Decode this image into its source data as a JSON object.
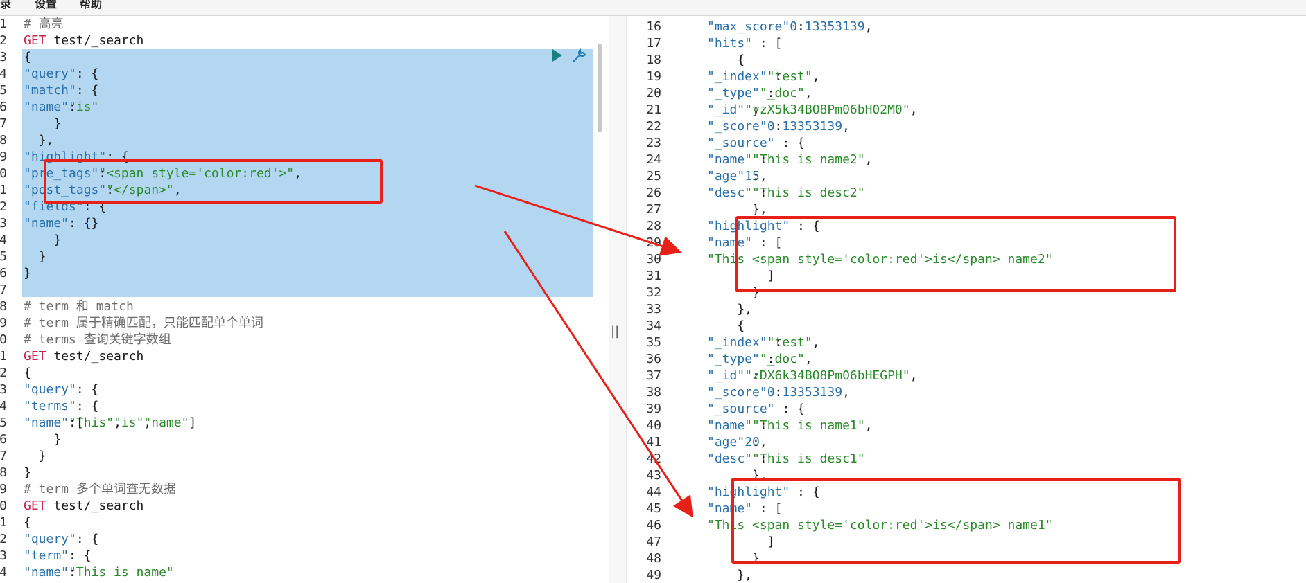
{
  "menu": {
    "items": [
      "录",
      "设置",
      "帮助"
    ]
  },
  "left_lines": [
    {
      "n": "1",
      "t": [
        [
          "cm",
          "# 高亮"
        ]
      ]
    },
    {
      "n": "2",
      "t": [
        [
          "kw",
          "GET"
        ],
        [
          "txt",
          " test/_search"
        ]
      ]
    },
    {
      "n": "3",
      "t": [
        [
          "txt",
          "{"
        ]
      ]
    },
    {
      "n": "4",
      "t": [
        [
          "txt",
          "  "
        ],
        [
          "key",
          "\"query\""
        ],
        [
          "txt",
          ": {"
        ]
      ]
    },
    {
      "n": "5",
      "t": [
        [
          "txt",
          "    "
        ],
        [
          "key",
          "\"match\""
        ],
        [
          "txt",
          ": {"
        ]
      ]
    },
    {
      "n": "6",
      "t": [
        [
          "txt",
          "      "
        ],
        [
          "key",
          "\"name\""
        ],
        [
          "txt",
          ": "
        ],
        [
          "str",
          "\"is\""
        ]
      ]
    },
    {
      "n": "7",
      "t": [
        [
          "txt",
          "    }"
        ]
      ]
    },
    {
      "n": "8",
      "t": [
        [
          "txt",
          "  },"
        ]
      ]
    },
    {
      "n": "9",
      "t": [
        [
          "txt",
          "  "
        ],
        [
          "key",
          "\"highlight\""
        ],
        [
          "txt",
          ": {"
        ]
      ]
    },
    {
      "n": "0",
      "t": [
        [
          "txt",
          "    "
        ],
        [
          "key",
          "\"pre_tags\""
        ],
        [
          "txt",
          ": "
        ],
        [
          "str",
          "\"<span style='color:red'>\""
        ],
        [
          "txt",
          ","
        ]
      ]
    },
    {
      "n": "1",
      "t": [
        [
          "txt",
          "    "
        ],
        [
          "key",
          "\"post_tags\""
        ],
        [
          "txt",
          ": "
        ],
        [
          "str",
          "\"</span>\""
        ],
        [
          "txt",
          ","
        ]
      ]
    },
    {
      "n": "2",
      "t": [
        [
          "txt",
          "    "
        ],
        [
          "key",
          "\"fields\""
        ],
        [
          "txt",
          ": {"
        ]
      ]
    },
    {
      "n": "3",
      "t": [
        [
          "txt",
          "      "
        ],
        [
          "key",
          "\"name\""
        ],
        [
          "txt",
          ": {}"
        ]
      ]
    },
    {
      "n": "4",
      "t": [
        [
          "txt",
          "    }"
        ]
      ]
    },
    {
      "n": "5",
      "t": [
        [
          "txt",
          "  }"
        ]
      ]
    },
    {
      "n": "6",
      "t": [
        [
          "txt",
          "}"
        ]
      ]
    },
    {
      "n": "7",
      "t": [
        [
          "txt",
          ""
        ]
      ]
    },
    {
      "n": "8",
      "t": [
        [
          "cm",
          "# term 和 match"
        ]
      ]
    },
    {
      "n": "9",
      "t": [
        [
          "cm",
          "# term 属于精确匹配，只能匹配单个单词"
        ]
      ]
    },
    {
      "n": "0",
      "t": [
        [
          "cm",
          "# terms 查询关键字数组"
        ]
      ]
    },
    {
      "n": "1",
      "t": [
        [
          "kw",
          "GET"
        ],
        [
          "txt",
          " test/_search"
        ]
      ]
    },
    {
      "n": "2",
      "t": [
        [
          "txt",
          "{"
        ]
      ]
    },
    {
      "n": "3",
      "t": [
        [
          "txt",
          "  "
        ],
        [
          "key",
          "\"query\""
        ],
        [
          "txt",
          ": {"
        ]
      ]
    },
    {
      "n": "4",
      "t": [
        [
          "txt",
          "    "
        ],
        [
          "key",
          "\"terms\""
        ],
        [
          "txt",
          ": {"
        ]
      ]
    },
    {
      "n": "5",
      "t": [
        [
          "txt",
          "      "
        ],
        [
          "key",
          "\"name\""
        ],
        [
          "txt",
          ":["
        ],
        [
          "str",
          "\"This\""
        ],
        [
          "txt",
          ","
        ],
        [
          "str",
          "\"is\""
        ],
        [
          "txt",
          ","
        ],
        [
          "str",
          "\"name\""
        ],
        [
          "txt",
          "]"
        ]
      ]
    },
    {
      "n": "6",
      "t": [
        [
          "txt",
          "    }"
        ]
      ]
    },
    {
      "n": "7",
      "t": [
        [
          "txt",
          "  }"
        ]
      ]
    },
    {
      "n": "8",
      "t": [
        [
          "txt",
          "}"
        ]
      ]
    },
    {
      "n": "9",
      "t": [
        [
          "cm",
          "# term 多个单词查无数据"
        ]
      ]
    },
    {
      "n": "0",
      "t": [
        [
          "kw",
          "GET"
        ],
        [
          "txt",
          " test/_search"
        ]
      ]
    },
    {
      "n": "1",
      "t": [
        [
          "txt",
          "{"
        ]
      ]
    },
    {
      "n": "2",
      "t": [
        [
          "txt",
          "  "
        ],
        [
          "key",
          "\"query\""
        ],
        [
          "txt",
          ": {"
        ]
      ]
    },
    {
      "n": "3",
      "t": [
        [
          "txt",
          "    "
        ],
        [
          "key",
          "\"term\""
        ],
        [
          "txt",
          ": {"
        ]
      ]
    },
    {
      "n": "4",
      "t": [
        [
          "txt",
          "      "
        ],
        [
          "key",
          "\"name\""
        ],
        [
          "txt",
          ":"
        ],
        [
          "str",
          "\"This is name\""
        ]
      ]
    }
  ],
  "right_lines": [
    {
      "n": "16",
      "t": [
        [
          "txt",
          "  "
        ],
        [
          "key",
          "\"max_score\""
        ],
        [
          "txt",
          " : "
        ],
        [
          "num",
          "0.13353139"
        ],
        [
          "txt",
          ","
        ]
      ]
    },
    {
      "n": "17",
      "t": [
        [
          "txt",
          "  "
        ],
        [
          "key",
          "\"hits\""
        ],
        [
          "txt",
          " : ["
        ]
      ]
    },
    {
      "n": "18",
      "t": [
        [
          "txt",
          "    {"
        ]
      ]
    },
    {
      "n": "19",
      "t": [
        [
          "txt",
          "      "
        ],
        [
          "key",
          "\"_index\""
        ],
        [
          "txt",
          " : "
        ],
        [
          "str",
          "\"test\""
        ],
        [
          "txt",
          ","
        ]
      ]
    },
    {
      "n": "20",
      "t": [
        [
          "txt",
          "      "
        ],
        [
          "key",
          "\"_type\""
        ],
        [
          "txt",
          " : "
        ],
        [
          "str",
          "\"_doc\""
        ],
        [
          "txt",
          ","
        ]
      ]
    },
    {
      "n": "21",
      "t": [
        [
          "txt",
          "      "
        ],
        [
          "key",
          "\"_id\""
        ],
        [
          "txt",
          " : "
        ],
        [
          "str",
          "\"yzX5k34BO8Pm06bH02M0\""
        ],
        [
          "txt",
          ","
        ]
      ]
    },
    {
      "n": "22",
      "t": [
        [
          "txt",
          "      "
        ],
        [
          "key",
          "\"_score\""
        ],
        [
          "txt",
          " : "
        ],
        [
          "num",
          "0.13353139"
        ],
        [
          "txt",
          ","
        ]
      ]
    },
    {
      "n": "23",
      "t": [
        [
          "txt",
          "      "
        ],
        [
          "key",
          "\"_source\""
        ],
        [
          "txt",
          " : {"
        ]
      ]
    },
    {
      "n": "24",
      "t": [
        [
          "txt",
          "        "
        ],
        [
          "key",
          "\"name\""
        ],
        [
          "txt",
          " : "
        ],
        [
          "str",
          "\"This is name2\""
        ],
        [
          "txt",
          ","
        ]
      ]
    },
    {
      "n": "25",
      "t": [
        [
          "txt",
          "        "
        ],
        [
          "key",
          "\"age\""
        ],
        [
          "txt",
          " : "
        ],
        [
          "num",
          "15"
        ],
        [
          "txt",
          ","
        ]
      ]
    },
    {
      "n": "26",
      "t": [
        [
          "txt",
          "        "
        ],
        [
          "key",
          "\"desc\""
        ],
        [
          "txt",
          " : "
        ],
        [
          "str",
          "\"This is desc2\""
        ]
      ]
    },
    {
      "n": "27",
      "t": [
        [
          "txt",
          "      },"
        ]
      ]
    },
    {
      "n": "28",
      "t": [
        [
          "txt",
          "      "
        ],
        [
          "key",
          "\"highlight\""
        ],
        [
          "txt",
          " : {"
        ]
      ]
    },
    {
      "n": "29",
      "t": [
        [
          "txt",
          "        "
        ],
        [
          "key",
          "\"name\""
        ],
        [
          "txt",
          " : ["
        ]
      ]
    },
    {
      "n": "30",
      "t": [
        [
          "txt",
          "          "
        ],
        [
          "str",
          "\"This <span style='color:red'>is</span> name2\""
        ]
      ]
    },
    {
      "n": "31",
      "t": [
        [
          "txt",
          "        ]"
        ]
      ]
    },
    {
      "n": "32",
      "t": [
        [
          "txt",
          "      }"
        ]
      ]
    },
    {
      "n": "33",
      "t": [
        [
          "txt",
          "    },"
        ]
      ]
    },
    {
      "n": "34",
      "t": [
        [
          "txt",
          "    {"
        ]
      ]
    },
    {
      "n": "35",
      "t": [
        [
          "txt",
          "      "
        ],
        [
          "key",
          "\"_index\""
        ],
        [
          "txt",
          " : "
        ],
        [
          "str",
          "\"test\""
        ],
        [
          "txt",
          ","
        ]
      ]
    },
    {
      "n": "36",
      "t": [
        [
          "txt",
          "      "
        ],
        [
          "key",
          "\"_type\""
        ],
        [
          "txt",
          " : "
        ],
        [
          "str",
          "\"_doc\""
        ],
        [
          "txt",
          ","
        ]
      ]
    },
    {
      "n": "37",
      "t": [
        [
          "txt",
          "      "
        ],
        [
          "key",
          "\"_id\""
        ],
        [
          "txt",
          " : "
        ],
        [
          "str",
          "\"zDX6k34BO8Pm06bHEGPH\""
        ],
        [
          "txt",
          ","
        ]
      ]
    },
    {
      "n": "38",
      "t": [
        [
          "txt",
          "      "
        ],
        [
          "key",
          "\"_score\""
        ],
        [
          "txt",
          " : "
        ],
        [
          "num",
          "0.13353139"
        ],
        [
          "txt",
          ","
        ]
      ]
    },
    {
      "n": "39",
      "t": [
        [
          "txt",
          "      "
        ],
        [
          "key",
          "\"_source\""
        ],
        [
          "txt",
          " : {"
        ]
      ]
    },
    {
      "n": "40",
      "t": [
        [
          "txt",
          "        "
        ],
        [
          "key",
          "\"name\""
        ],
        [
          "txt",
          " : "
        ],
        [
          "str",
          "\"This is name1\""
        ],
        [
          "txt",
          ","
        ]
      ]
    },
    {
      "n": "41",
      "t": [
        [
          "txt",
          "        "
        ],
        [
          "key",
          "\"age\""
        ],
        [
          "txt",
          " : "
        ],
        [
          "num",
          "20"
        ],
        [
          "txt",
          ","
        ]
      ]
    },
    {
      "n": "42",
      "t": [
        [
          "txt",
          "        "
        ],
        [
          "key",
          "\"desc\""
        ],
        [
          "txt",
          " : "
        ],
        [
          "str",
          "\"This is desc1\""
        ]
      ]
    },
    {
      "n": "43",
      "t": [
        [
          "txt",
          "      },"
        ]
      ]
    },
    {
      "n": "44",
      "t": [
        [
          "txt",
          "      "
        ],
        [
          "key",
          "\"highlight\""
        ],
        [
          "txt",
          " : {"
        ]
      ]
    },
    {
      "n": "45",
      "t": [
        [
          "txt",
          "        "
        ],
        [
          "key",
          "\"name\""
        ],
        [
          "txt",
          " : ["
        ]
      ]
    },
    {
      "n": "46",
      "t": [
        [
          "txt",
          "          "
        ],
        [
          "str",
          "\"This <span style='color:red'>is</span> name1\""
        ]
      ]
    },
    {
      "n": "47",
      "t": [
        [
          "txt",
          "        ]"
        ]
      ]
    },
    {
      "n": "48",
      "t": [
        [
          "txt",
          "      }"
        ]
      ]
    },
    {
      "n": "49",
      "t": [
        [
          "txt",
          "    },"
        ]
      ]
    }
  ],
  "divider": {
    "grip": "||"
  },
  "colors": {
    "annotation": "#e8201a",
    "selection": "#b3d7f0"
  }
}
